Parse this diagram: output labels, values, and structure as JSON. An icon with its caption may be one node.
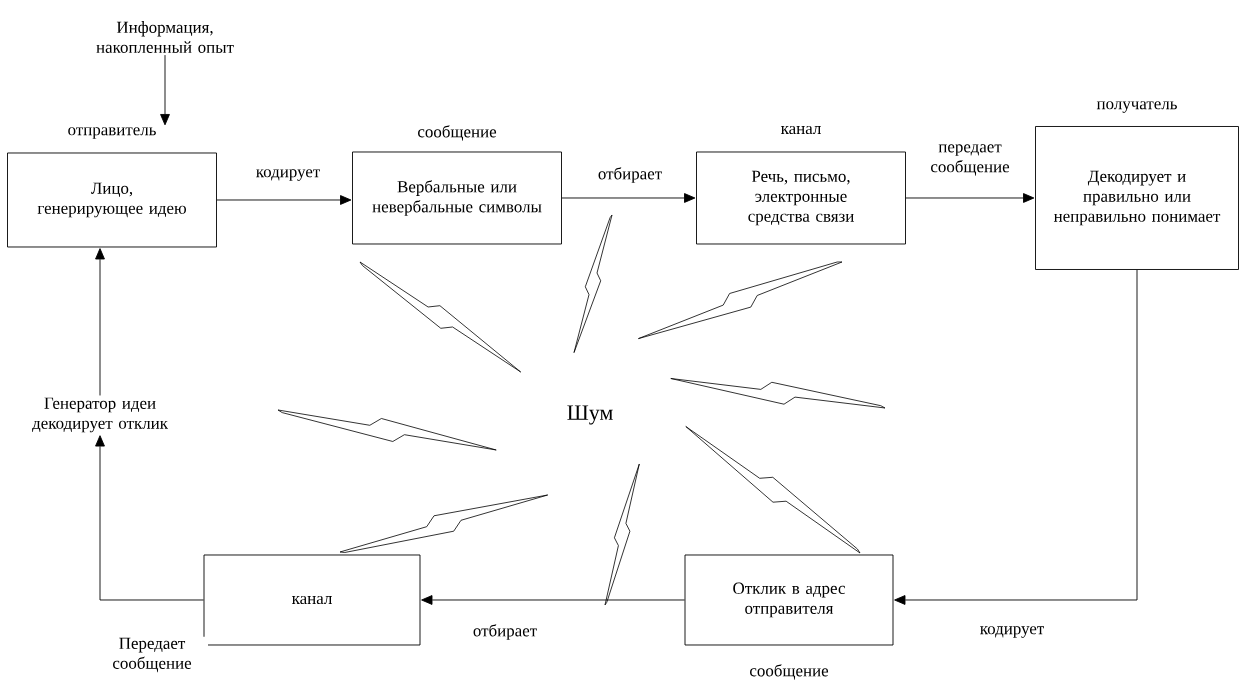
{
  "diagram": {
    "nodes": [
      {
        "text": [
          "Информация, накопленный опыт"
        ]
      },
      {
        "text": [
          "отправитель",
          "Лицо, генерирующее идею"
        ]
      },
      {
        "text": [
          "сообщение",
          "Вербальные или невербальные символы"
        ]
      },
      {
        "text": [
          "канал",
          "Речь, письмо, электронные средства связи"
        ]
      },
      {
        "text": [
          "получатель",
          "Декодирует и правильно или неправильно понимает"
        ]
      },
      {
        "text": [
          "Отклик в адрес отправителя",
          "сообщение"
        ]
      },
      {
        "text": [
          "канал"
        ]
      },
      {
        "text": [
          "Генератор идеи декодирует отклик"
        ]
      }
    ],
    "edges": [
      {
        "from": 0,
        "to": 1,
        "arrow": "to"
      },
      {
        "from": 1,
        "to": 2,
        "arrow": "to",
        "label": "кодирует"
      },
      {
        "from": 2,
        "to": 3,
        "arrow": "to",
        "label": "отбирает"
      },
      {
        "from": 3,
        "to": 4,
        "arrow": "to",
        "label": "передает сообщение"
      },
      {
        "from": 4,
        "to": 5,
        "arrow": "to",
        "label": "кодирует"
      },
      {
        "from": 5,
        "to": 6,
        "arrow": "to",
        "label": "отбирает"
      },
      {
        "from": 6,
        "to": 7,
        "arrow": "to",
        "label": "Передает сообщение"
      },
      {
        "from": 7,
        "to": 1,
        "arrow": "to"
      }
    ],
    "labels": [
      "Шум"
    ]
  }
}
